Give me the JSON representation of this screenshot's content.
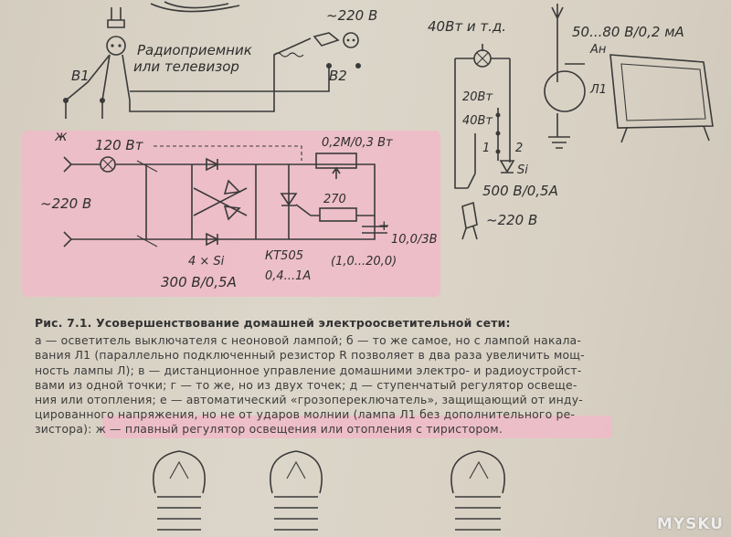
{
  "diagrams": {
    "top_left": {
      "radio_label_1": "Радиоприемник",
      "radio_label_2": "или телевизор",
      "voltage": "~220 В",
      "switch_1": "В1",
      "switch_2": "В2"
    },
    "top_right": {
      "lamp_power": "40Вт и т.д.",
      "lamp_a": "20Вт",
      "lamp_b": "40Вт",
      "pos_1": "1",
      "pos_2": "2",
      "si": "Si",
      "diode_rating": "500 В/0,5А",
      "voltage": "~220 В",
      "antenna_rating": "50...80 В/0,2 мА",
      "antenna_ref": "Ан",
      "lamp_ref": "Л1"
    },
    "schematic_zh": {
      "marker": "ж",
      "lamp": "120 Вт",
      "pot": "0,2М/0,3 Вт",
      "resistor": "270",
      "voltage": "~220 В",
      "bridge": "4 × Si",
      "bridge_rating": "300 В/0,5А",
      "thyristor": "КТ505",
      "thyristor_current": "0,4...1А",
      "capacitor": "10,0/3В",
      "capacitor_range": "(1,0...20,0)",
      "cap_plus": "+"
    }
  },
  "caption": {
    "title": "Рис. 7.1. Усовершенствование домашней электроосветительной сети:",
    "lines": [
      "а — осветитель выключателя с неоновой лампой; б — то же самое, но с лампой накала-",
      "вания Л1 (параллельно подключенный резистор R позволяет в два раза увеличить мощ-",
      "ность лампы Л); в — дистанционное управление домашними электро- и радиоустройст-",
      "вами из одной точки; г — то же, но из двух точек; д — ступенчатый регулятор освеще-",
      "ния или отопления; е — автоматический «грозопереключатель», защищающий от инду-",
      "цированного напряжения, но не от ударов молнии (лампа Л1 без дополнительного ре-",
      "зистора): ж — плавный регулятор освещения или отопления с тиристором."
    ]
  },
  "watermark": "MYSKU",
  "colors": {
    "paper": "#d9d3c6",
    "highlight": "#f0b9c8",
    "ink": "#3a3a3a"
  }
}
